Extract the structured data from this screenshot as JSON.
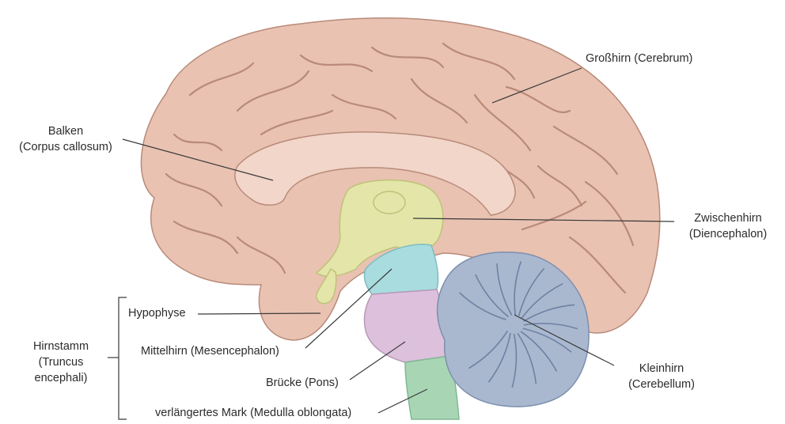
{
  "labels": {
    "cerebrum": {
      "line1": "Großhirn (Cerebrum)"
    },
    "corpus_callosum": {
      "line1": "Balken",
      "line2": "(Corpus callosum)"
    },
    "diencephalon": {
      "line1": "Zwischenhirn",
      "line2": "(Diencephalon)"
    },
    "hypophysis": {
      "line1": "Hypophyse"
    },
    "brainstem": {
      "line1": "Hirnstamm",
      "line2": "(Truncus",
      "line3": "encephali)"
    },
    "midbrain": {
      "line1": "Mittelhirn (Mesencephalon)"
    },
    "pons": {
      "line1": "Brücke (Pons)"
    },
    "cerebellum": {
      "line1": "Kleinhirn",
      "line2": "(Cerebellum)"
    },
    "medulla": {
      "line1": "verlängertes Mark (Medulla oblongata)"
    }
  },
  "colors": {
    "cerebrum": "#e9c2b1",
    "cerebrum_gyrus_line": "#b98a7a",
    "corpus_callosum": "#f1d6c9",
    "diencephalon": "#e3e6a8",
    "midbrain": "#a9dcdf",
    "pons": "#ddc0dc",
    "medulla": "#a8d6b5",
    "cerebellum": "#a9b8cf",
    "leader_line": "#3a3a3a"
  }
}
